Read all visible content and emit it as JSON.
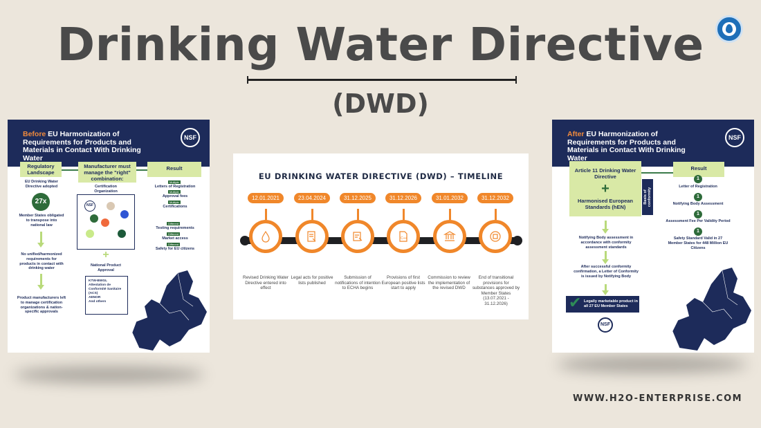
{
  "page": {
    "title": "Drinking Water Directive",
    "subtitle": "(DWD)",
    "website": "WWW.H2O-ENTERPRISE.COM"
  },
  "colors": {
    "navy": "#1d2b5a",
    "orange": "#f08a3c",
    "green": "#2e6b3a",
    "light_green": "#d9e9a6",
    "beige": "#ece6dc"
  },
  "left_panel": {
    "title_accent": "Before",
    "title_rest": " EU Harmonization of Requirements for Products and Materials in Contact With Drinking Water",
    "nsf": "NSF",
    "col1_header": "Regulatory Landscape",
    "col2_header": "Manufacturer must manage the \"right\" combination:",
    "col3_header": "Result",
    "dwd_adopted": "EU Drinking Water Directive adopted",
    "count": "27x",
    "member_states": "Member States obligated to transpose into national law",
    "no_unified": "No unified/harmonized requirements for products in contact with drinking water",
    "manufacturers": "Product manufacturers left to manage certification organizations & nation-specific approvals",
    "cert_org": "Certification Organization",
    "national_approval": "National Product Approval",
    "approvals": [
      "KTW-BWGL",
      "Attestation de Conformité Sanitaire (ACS)",
      "AENOR",
      "And others"
    ],
    "results": [
      {
        "tag": "Multiple",
        "label": "Letters of Registration"
      },
      {
        "tag": "Multiple",
        "label": "Approval fees"
      },
      {
        "tag": "Multiple",
        "label": "Certifications"
      },
      {
        "tag": "Different",
        "label": "Testing requirements"
      },
      {
        "tag": "Different",
        "label": "Market access"
      },
      {
        "tag": "Different",
        "label": "Safety for EU citizens"
      }
    ],
    "cert_dot_colors": [
      "#d9c8b3",
      "#2e6b3a",
      "#2f55d4",
      "#f06a3c",
      "#c9ea8a",
      "#1d5a3a"
    ]
  },
  "right_panel": {
    "title_accent": "After",
    "title_rest": " EU Harmonization of Requirements for Products and Materials in Contact With Drinking Water",
    "nsf": "NSF",
    "article": "Article 11 Drinking Water Directive",
    "standards": "Harmonised European Standards (hEN)",
    "basis": "Basis of conformity",
    "result_header": "Result",
    "results": [
      {
        "num": "1",
        "label": "Letter of Registration"
      },
      {
        "num": "1",
        "label": "Notifying Body Assessment"
      },
      {
        "num": "1",
        "label": "Assessment Fee Per Validity Period"
      },
      {
        "num": "1",
        "label": "Safety Standard Valid in 27 Member States for 448 Million EU Citizens"
      }
    ],
    "step1": "Notifying Body assessment in accordance with conformity assessment standards",
    "step2": "After successful conformity confirmation, a Letter of Conformity is issued by Notifying Body",
    "marketable": "Legally marketable product in all 27 EU Member States"
  },
  "timeline": {
    "title": "EU DRINKING WATER DIRECTIVE (DWD) – TIMELINE",
    "events": [
      {
        "date": "12.01.2021",
        "icon": "water-drop-icon",
        "desc": "Revised Drinking Water Directive entered into effect"
      },
      {
        "date": "23.04.2024",
        "icon": "legal-document-icon",
        "desc": "Legal acts for positive lists published"
      },
      {
        "date": "31.12.2025",
        "icon": "notification-document-icon",
        "desc": "Submission of notifications of intention to ECHA begins"
      },
      {
        "date": "31.12.2026",
        "icon": "code-document-icon",
        "desc": "Provisions of first European positive lists start to apply"
      },
      {
        "date": "31.01.2032",
        "icon": "institution-building-icon",
        "desc": "Commission to review the implementation of the revised DWD"
      },
      {
        "date": "31.12.2032",
        "icon": "end-square-icon",
        "desc": "End of transitional provisions for substances approved by Member States (13.07.2021 - 31.12.2026)"
      }
    ]
  }
}
